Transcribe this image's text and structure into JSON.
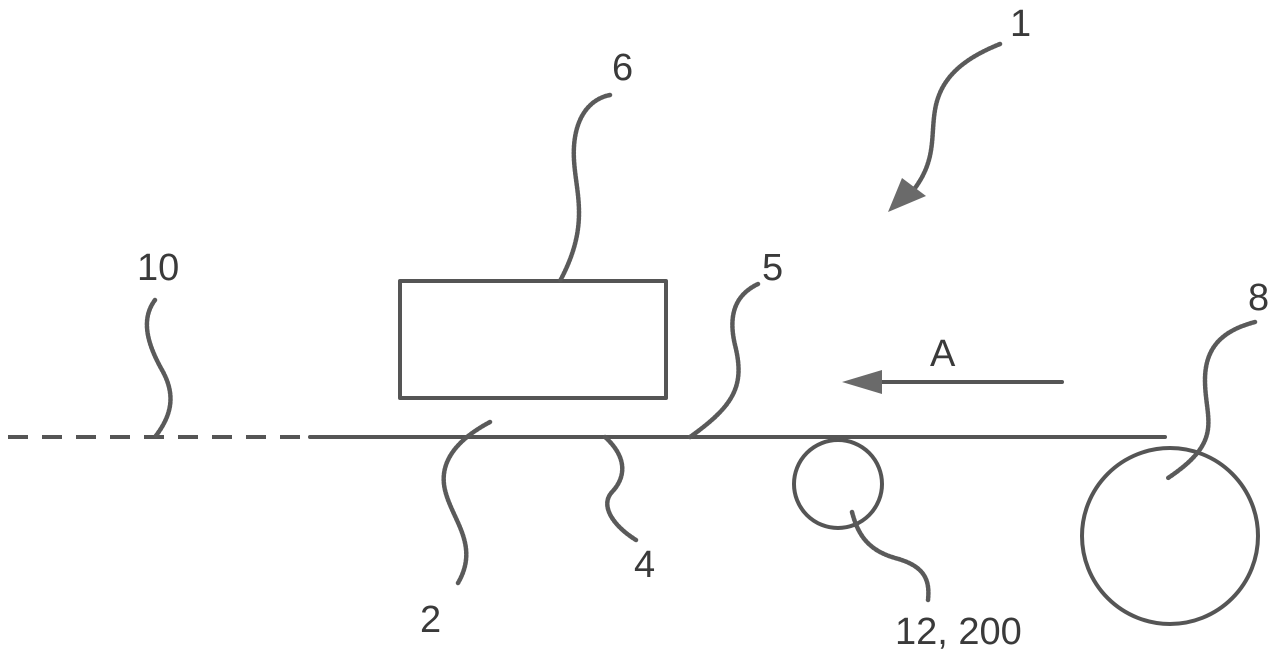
{
  "labels": {
    "apparatus": "1",
    "web": "2",
    "surface_4": "4",
    "surface_5": "5",
    "unit_6": "6",
    "roll_8": "8",
    "continuation_10": "10",
    "roller_12": "12, 200",
    "direction": "A"
  },
  "colors": {
    "line": "#555555",
    "label": "#3a3a3a"
  }
}
